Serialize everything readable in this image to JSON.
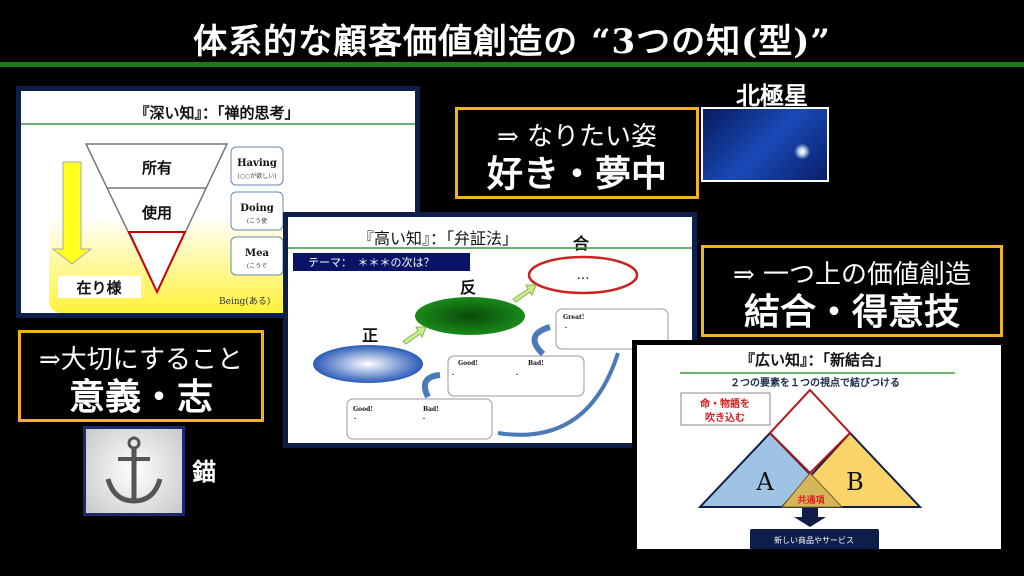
{
  "title": "体系的な顧客価値創造の “3つの知(型)”",
  "deep": {
    "title": "『深い知』：「禅的思考」",
    "levels": [
      "所有",
      "使用"
    ],
    "bottom_label": "在り様",
    "boxes": [
      {
        "label": "Having",
        "sub": "(○○が欲しい)"
      },
      {
        "label": "Doing",
        "sub": "(こう使"
      },
      {
        "label": "Mea",
        "sub": "(こうで"
      }
    ],
    "being": "Being(ある)"
  },
  "high": {
    "title": "『高い知』：「弁証法」",
    "theme": "テーマ：　＊＊＊の次は？",
    "thesis": "正",
    "antithesis": "反",
    "synthesis": "合",
    "synthesis_content": "…",
    "great": "Great!",
    "good": "Good!",
    "bad": "Bad!",
    "bullet": "・"
  },
  "wide": {
    "title": "『広い知』：「新結合」",
    "subtitle": "２つの要素を１つの視点で結びつける",
    "callout": [
      "命・物語を",
      "吹き込む"
    ],
    "a": "A",
    "b": "B",
    "common": "共通項",
    "result": "新しい商品やサービス"
  },
  "callouts": {
    "vision": {
      "line1": "⇒ なりたい姿",
      "line2": "好き・夢中"
    },
    "value": {
      "line1": "⇒ 一つ上の価値創造",
      "line2": "結合・得意技"
    },
    "meaning": {
      "line1": "⇒大切にすること",
      "line2": "意義・志"
    }
  },
  "images": {
    "star_label": "北極星",
    "anchor_label": "錨"
  }
}
